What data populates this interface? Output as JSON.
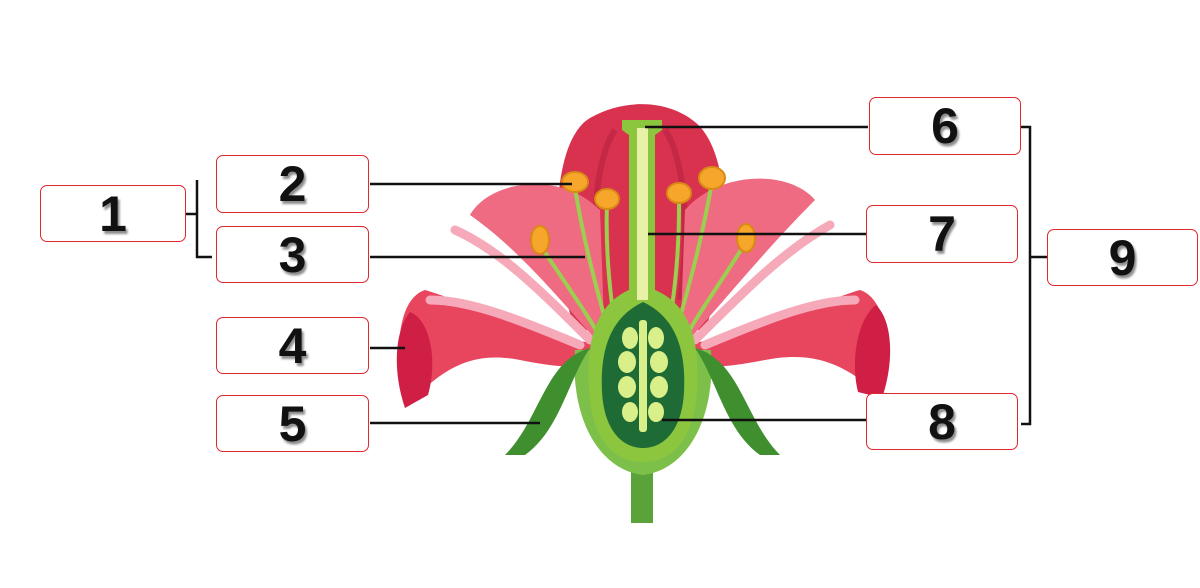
{
  "labels": [
    {
      "id": "1",
      "text": "1"
    },
    {
      "id": "2",
      "text": "2"
    },
    {
      "id": "3",
      "text": "3"
    },
    {
      "id": "4",
      "text": "4"
    },
    {
      "id": "5",
      "text": "5"
    },
    {
      "id": "6",
      "text": "6"
    },
    {
      "id": "7",
      "text": "7"
    },
    {
      "id": "8",
      "text": "8"
    },
    {
      "id": "9",
      "text": "9"
    }
  ],
  "colors": {
    "box_border": "#e0282e",
    "leader_line": "#111111",
    "petal_outer": "#e8455f",
    "petal_mid": "#ee6b82",
    "petal_light": "#f6a9b8",
    "petal_dark": "#cf1f45",
    "sepal": "#3f8f2f",
    "sepal_light": "#7cc04a",
    "pistil": "#8cc63f",
    "pistil_core": "#e9f0a8",
    "ovary": "#1f6b35",
    "ovule": "#d9ef8a",
    "anther": "#f6a72b",
    "filament": "#9ccf4f"
  }
}
